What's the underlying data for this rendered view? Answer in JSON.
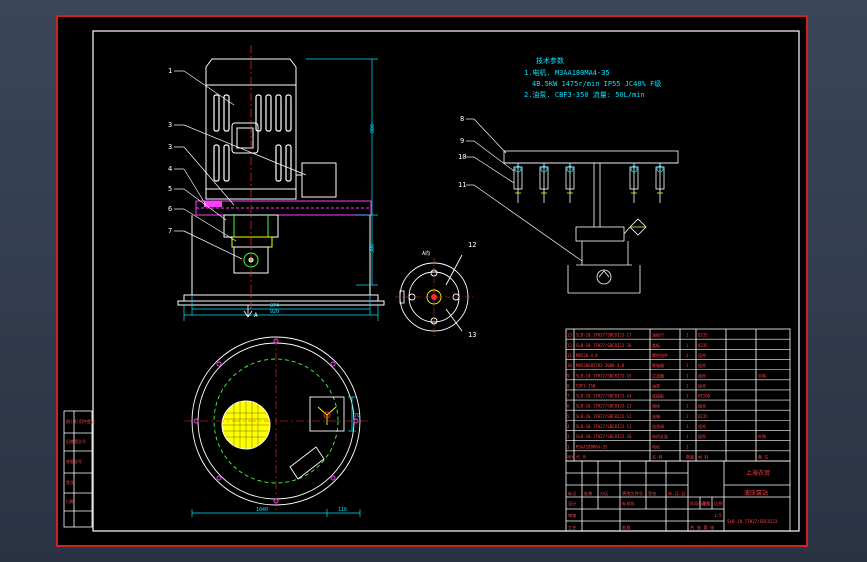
{
  "colors": {
    "background": "#000000",
    "line": "#ffffff",
    "frame_red": "#ff2a2a",
    "cyan": "#00e5ff",
    "magenta": "#ff3cff",
    "yellow": "#ffff00",
    "green": "#3cff3c",
    "title_red": "#ff4040"
  },
  "tech_params": {
    "title": "技术参数",
    "line1": "1.电机. M3AA180MA4-35",
    "line2": "4B.5KW 1475r/min IP55 JC40% F级",
    "line3": "2.油泵. CBF3-350  流量: 50L/min"
  },
  "balloons": {
    "b1": "1",
    "b2": "3",
    "b3": "3",
    "b4": "4",
    "b5": "5",
    "b6": "6",
    "b7": "7",
    "b8": "8",
    "b9": "9",
    "b10": "10",
    "b11": "11",
    "b12": "12",
    "b13": "13"
  },
  "view_a_label": "A向",
  "arrow_a_label": "A",
  "dims": {
    "d_height_total": "800",
    "d_height_lower": "300",
    "d_base1": "874",
    "d_base2": "920",
    "d_plan1": "1040",
    "d_plan2": "116",
    "d_side": "70"
  },
  "bom_rows": [
    {
      "no": "13",
      "code": "SLB-10.1TH27/SBC8IJ3-17",
      "name": "油标尺",
      "qty": "1",
      "mat": "Q235",
      "note": ""
    },
    {
      "no": "12",
      "code": "SLB-10.1TH27/SBC8IJ3-16",
      "name": "盖板",
      "qty": "1",
      "mat": "Q235",
      "note": ""
    },
    {
      "no": "11",
      "code": "M8X20-4.8",
      "name": "螺栓组件",
      "qty": "2",
      "mat": "组合",
      "note": ""
    },
    {
      "no": "10",
      "code": "M8X20GB5783-2000-4.8",
      "name": "联轴器",
      "qty": "1",
      "mat": "组合",
      "note": ""
    },
    {
      "no": "9",
      "code": "SLB-10.1TH27/SBC8IJ3-15",
      "name": "过滤器",
      "qty": "1",
      "mat": "组合",
      "note": "外购"
    },
    {
      "no": "8",
      "code": "CBF3-350",
      "name": "油泵",
      "qty": "1",
      "mat": "组合",
      "note": ""
    },
    {
      "no": "7",
      "code": "SLB-10.1TH27/SBC8IJ3-14",
      "name": "连接板",
      "qty": "1",
      "mat": "HT200",
      "note": ""
    },
    {
      "no": "6",
      "code": "SLB-10.1TH27/SBC8IJ3-13",
      "name": "阀体",
      "qty": "1",
      "mat": "组合",
      "note": ""
    },
    {
      "no": "5",
      "code": "SLB-10.1TH27/SBC8IJ3-12",
      "name": "油箱",
      "qty": "1",
      "mat": "Q235",
      "note": ""
    },
    {
      "no": "4",
      "code": "SLB-10.1TH27/SBC8IJ3-11",
      "name": "溢流阀",
      "qty": "1",
      "mat": "组合",
      "note": ""
    },
    {
      "no": "3",
      "code": "SLB-10.1TH27/SBC8IJ3-10",
      "name": "电机支架",
      "qty": "1",
      "mat": "组合",
      "note": "外购"
    },
    {
      "no": "1",
      "code": "M3AA180MA4-35",
      "name": "电机",
      "qty": "1",
      "mat": "",
      "note": ""
    }
  ],
  "bom_header": {
    "no": "序号",
    "code": "代 号",
    "name": "名 称",
    "qty": "数量",
    "mat": "材 料",
    "note": "备 注"
  },
  "title_block": {
    "company": "上海农贸",
    "drawing_name": "液压泵站",
    "drawing_code": "SLB-10.1TH27/SBC8IJ3",
    "scale_label": "比例",
    "scale": "1:5",
    "stage_label": "阶段标记",
    "weight_label": "重量",
    "sheet_label": "共 张 第 张",
    "design": "设计",
    "check": "审核",
    "process": "工艺",
    "approve": "批准",
    "standard": "标准化",
    "mark": "标记",
    "count": "处数",
    "zone": "分区",
    "change": "更改文件号",
    "sign": "签名",
    "date": "年.月.日"
  },
  "side_table": {
    "r1": "借(通)用件登记",
    "r2": "旧底图总号",
    "r3": "底图总号",
    "r4": "签字",
    "r5": "日期"
  }
}
